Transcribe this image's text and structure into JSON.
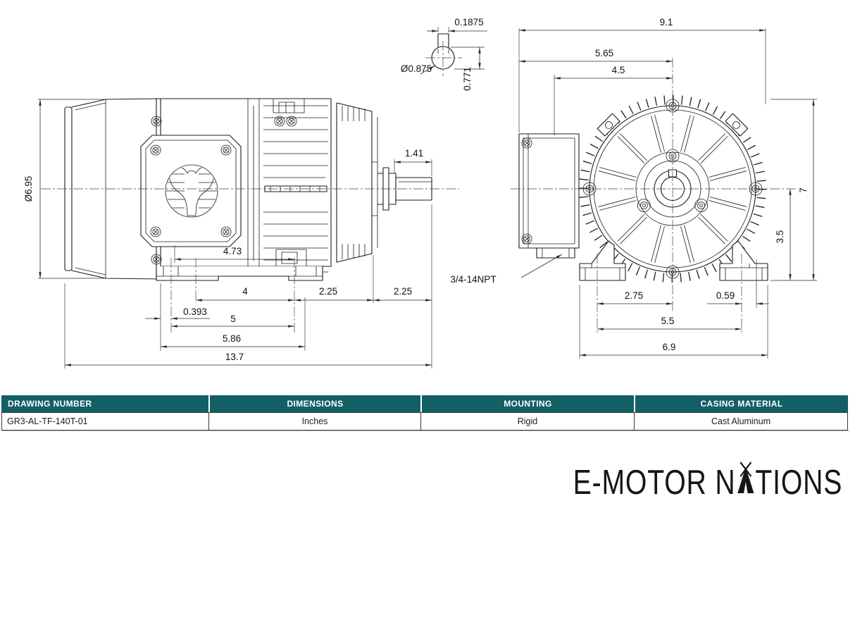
{
  "drawing": {
    "shaft_detail": {
      "keyway_width": "0.1875",
      "shaft_diameter": "Ø0.875",
      "keyway_depth": "0.771"
    },
    "side_view": {
      "fan_cover_diameter": "Ø6.95",
      "shaft_length": "1.41",
      "foot_to_face": "4.73",
      "foot_span": "4",
      "overhang_a": "2.25",
      "overhang_b": "2.25",
      "slot_width": "0.393",
      "foot_holes_span": "5",
      "base_length": "5.86",
      "overall_length": "13.7"
    },
    "front_view": {
      "overall_width": "9.1",
      "box_to_center": "5.65",
      "box_width": "4.5",
      "overall_height": "7",
      "shaft_center_height": "3.5",
      "foot_hole_to_center": "2.75",
      "foot_edge_offset": "0.59",
      "foot_holes_span": "5.5",
      "foot_width": "6.9",
      "conduit_thread": "3/4-14NPT"
    }
  },
  "table": {
    "headers": [
      "DRAWING NUMBER",
      "DIMENSIONS",
      "MOUNTING",
      "CASING MATERIAL"
    ],
    "values": [
      "GR3-AL-TF-140T-01",
      "Inches",
      "Rigid",
      "Cast Aluminum"
    ]
  },
  "brand": {
    "part1": "E-MOTOR N",
    "part2": "TIONS"
  },
  "colors": {
    "table_header_teal": "#135F66",
    "line_color": "#1c1c1c"
  }
}
